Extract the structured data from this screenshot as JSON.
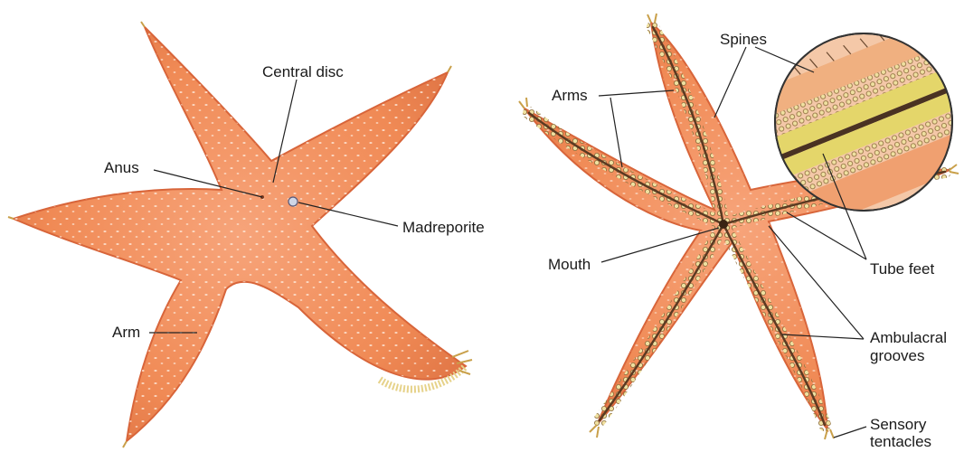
{
  "dorsal_view": {
    "labels": {
      "central_disc": "Central disc",
      "anus": "Anus",
      "madreporite": "Madreporite",
      "arm": "Arm"
    }
  },
  "ventral_view": {
    "labels": {
      "spines": "Spines",
      "arms": "Arms",
      "mouth": "Mouth",
      "tube_feet": "Tube feet",
      "ambulacral_grooves_line1": "Ambulacral",
      "ambulacral_grooves_line2": "grooves",
      "sensory_tentacles_line1": "Sensory",
      "sensory_tentacles_line2": "tentacles"
    }
  },
  "colors": {
    "starfish_body": "#f08a55",
    "starfish_edge": "#d8653a",
    "groove": "#6b4a30",
    "tube_feet": "#e6d28a",
    "leader_line": "#222222"
  }
}
